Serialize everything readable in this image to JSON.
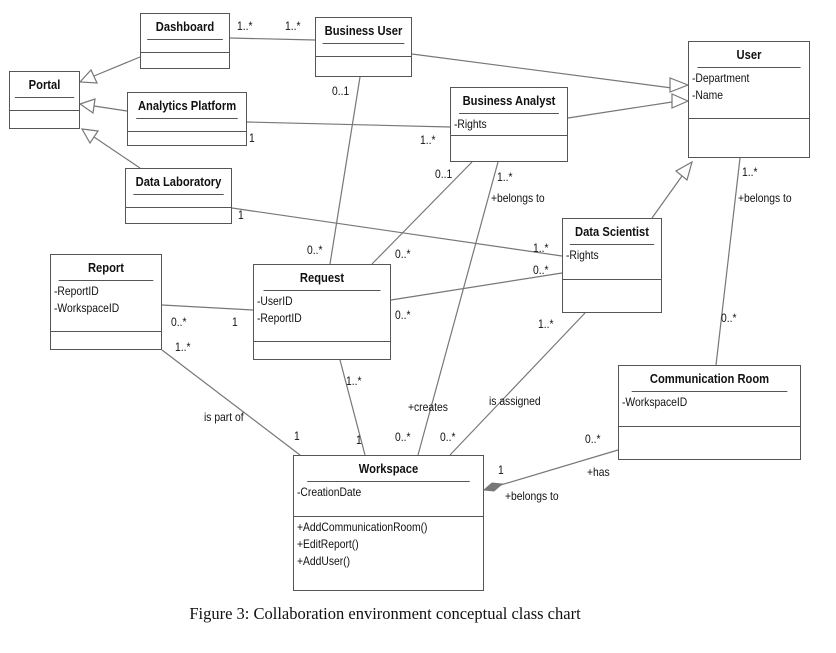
{
  "caption": "Figure 3: Collaboration environment conceptual class chart",
  "classes": {
    "portal": {
      "name": "Portal",
      "attrs": [],
      "ops": []
    },
    "dashboard": {
      "name": "Dashboard",
      "attrs": [],
      "ops": []
    },
    "analytics_platform": {
      "name": "Analytics Platform",
      "attrs": [],
      "ops": []
    },
    "data_laboratory": {
      "name": "Data Laboratory",
      "attrs": [],
      "ops": []
    },
    "business_user": {
      "name": "Business User",
      "attrs": [],
      "ops": []
    },
    "business_analyst": {
      "name": "Business Analyst",
      "attrs": [
        "-Rights"
      ],
      "ops": []
    },
    "user": {
      "name": "User",
      "attrs": [
        "-Department",
        "-Name"
      ],
      "ops": []
    },
    "report": {
      "name": "Report",
      "attrs": [
        "-ReportID",
        "-WorkspaceID"
      ],
      "ops": []
    },
    "request": {
      "name": "Request",
      "attrs": [
        "-UserID",
        "-ReportID"
      ],
      "ops": []
    },
    "data_scientist": {
      "name": "Data Scientist",
      "attrs": [
        "-Rights"
      ],
      "ops": []
    },
    "communication_room": {
      "name": "Communication Room",
      "attrs": [
        "-WorkspaceID"
      ],
      "ops": []
    },
    "workspace": {
      "name": "Workspace",
      "attrs": [
        "-CreationDate"
      ],
      "ops": [
        "+AddCommunicationRoom()",
        "+EditReport()",
        "+AddUser()"
      ]
    }
  },
  "labels": {
    "dash_bu_left": "1..*",
    "dash_bu_right": "1..*",
    "bu_req_top": "0..1",
    "ap_one": "1",
    "ba_left": "1..*",
    "ba_req_top": "0..1",
    "ba_ws_mult": "1..*",
    "ba_ws_role": "+belongs to",
    "user_mult": "1..*",
    "user_role": "+belongs to",
    "dl_one": "1",
    "ds_dl_mult": "1..*",
    "ds_req_mult": "0..*",
    "req_top_left": "0..*",
    "req_ba_bottom": "0..*",
    "req_ds_left": "0..*",
    "rep_req_left": "0..*",
    "rep_req_right": "1",
    "rep_ws_mult": "1..*",
    "is_part_of": "is part of",
    "ws_left_one": "1",
    "req_ws_mult": "1..*",
    "ws_req_one": "1",
    "creates": "+creates",
    "ws_creates_mult": "0..*",
    "is_assigned": "is assigned",
    "ws_assigned_mult": "0..*",
    "ds_ws_mult": "1..*",
    "cr_user_mult": "0..*",
    "cr_ws_mult": "0..*",
    "has": "+has",
    "ws_cr_one": "1",
    "ws_belongs": "+belongs to"
  }
}
